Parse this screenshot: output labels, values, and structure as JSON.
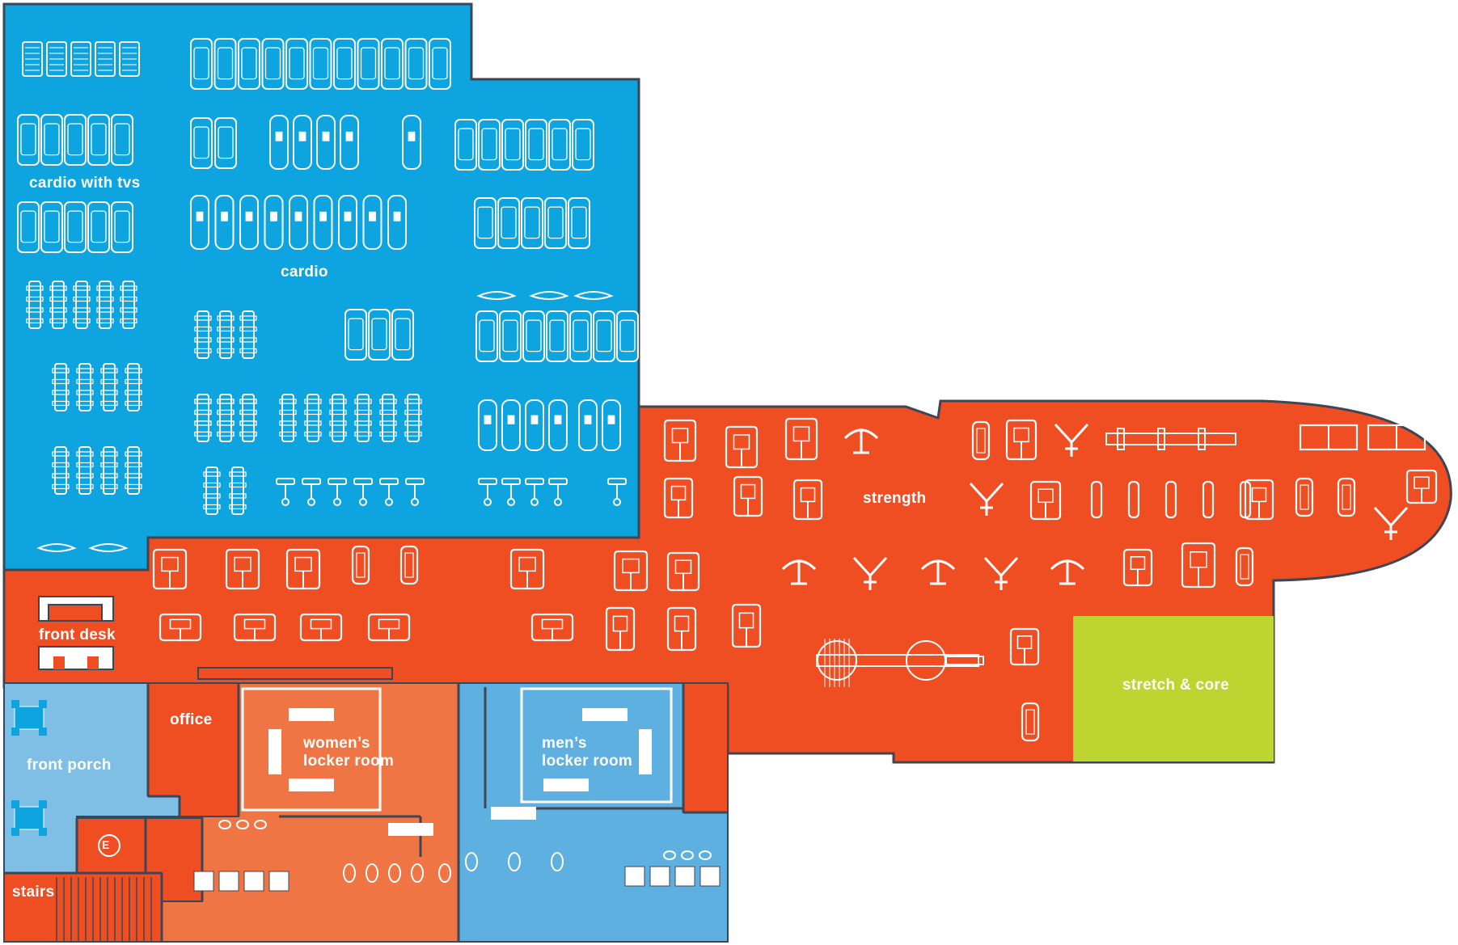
{
  "plan": {
    "colors": {
      "cardio": "#0da4df",
      "strength": "#ef4e23",
      "stretch_core": "#bdd431",
      "porch": "#7fbee5",
      "mens_locker": "#5db0e0",
      "womens_locker": "#f07544",
      "outline": "#3d4654",
      "equipment": "#ffffff"
    },
    "rooms": {
      "cardio_tvs": "cardio with tvs",
      "cardio": "cardio",
      "strength": "strength",
      "front_desk": "front desk",
      "office": "office",
      "front_porch": "front porch",
      "womens_locker": "women’s\nlocker room",
      "mens_locker": "men’s\nlocker room",
      "stretch_core": "stretch & core",
      "stairs": "stairs",
      "elevator": "E"
    }
  }
}
